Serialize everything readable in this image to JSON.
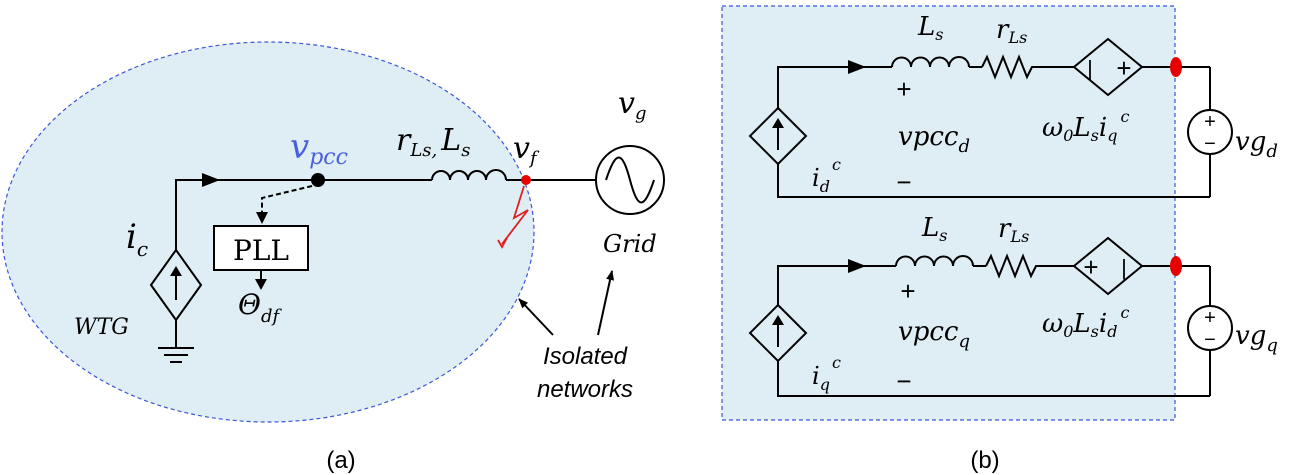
{
  "colors": {
    "region_fill": "#dfedf4",
    "region_border": "#3a56d6",
    "wire": "#000000",
    "pcc_label": "#4a5fdc",
    "fault": "#e02020",
    "node_red": "#e60000"
  },
  "panel_a": {
    "caption": "(a)",
    "wtg_label": "WTG",
    "source_current": {
      "main": "i",
      "sub": "c"
    },
    "pcc_voltage": {
      "main": "v",
      "sub": "pcc"
    },
    "line_impedance": {
      "r": "r",
      "r_sub": "Ls,",
      "l": "L",
      "l_sub": "s"
    },
    "fault_voltage": {
      "main": "v",
      "sub": "f"
    },
    "grid_voltage": {
      "main": "v",
      "sub": "g"
    },
    "grid_label": "Grid",
    "pll_label": "PLL",
    "pll_output": {
      "main": "Θ",
      "sub": "df"
    },
    "isolated_networks_line1": "Isolated",
    "isolated_networks_line2": "networks"
  },
  "panel_b": {
    "caption": "(b)",
    "d_axis": {
      "inductor": {
        "main": "L",
        "sub": "s"
      },
      "resistor": {
        "main": "r",
        "sub": "Ls"
      },
      "plus_sign": "+",
      "minus_sign": "−",
      "voltage": {
        "main": "vpcc",
        "sub": "d"
      },
      "current": {
        "main": "i",
        "sub": "d",
        "sup": "c"
      },
      "coupling": {
        "text": "ω",
        "sub0": "0",
        "mid": "L",
        "subs": "s",
        "i": "i",
        "sub": "q",
        "sup": "c"
      },
      "dep_src_left": "|",
      "dep_src_right": "+",
      "grid_voltage": {
        "main": "vg",
        "sub": "d"
      }
    },
    "q_axis": {
      "inductor": {
        "main": "L",
        "sub": "s"
      },
      "resistor": {
        "main": "r",
        "sub": "Ls"
      },
      "plus_sign": "+",
      "minus_sign": "−",
      "voltage": {
        "main": "vpcc",
        "sub": "q"
      },
      "current": {
        "main": "i",
        "sub": "q",
        "sup": "c"
      },
      "coupling": {
        "text": "ω",
        "sub0": "0",
        "mid": "L",
        "subs": "s",
        "i": "i",
        "sub": "d",
        "sup": "c"
      },
      "dep_src_left": "+",
      "dep_src_right": "|",
      "grid_voltage": {
        "main": "vg",
        "sub": "q"
      }
    },
    "src_plus": "+",
    "src_minus": "−"
  }
}
